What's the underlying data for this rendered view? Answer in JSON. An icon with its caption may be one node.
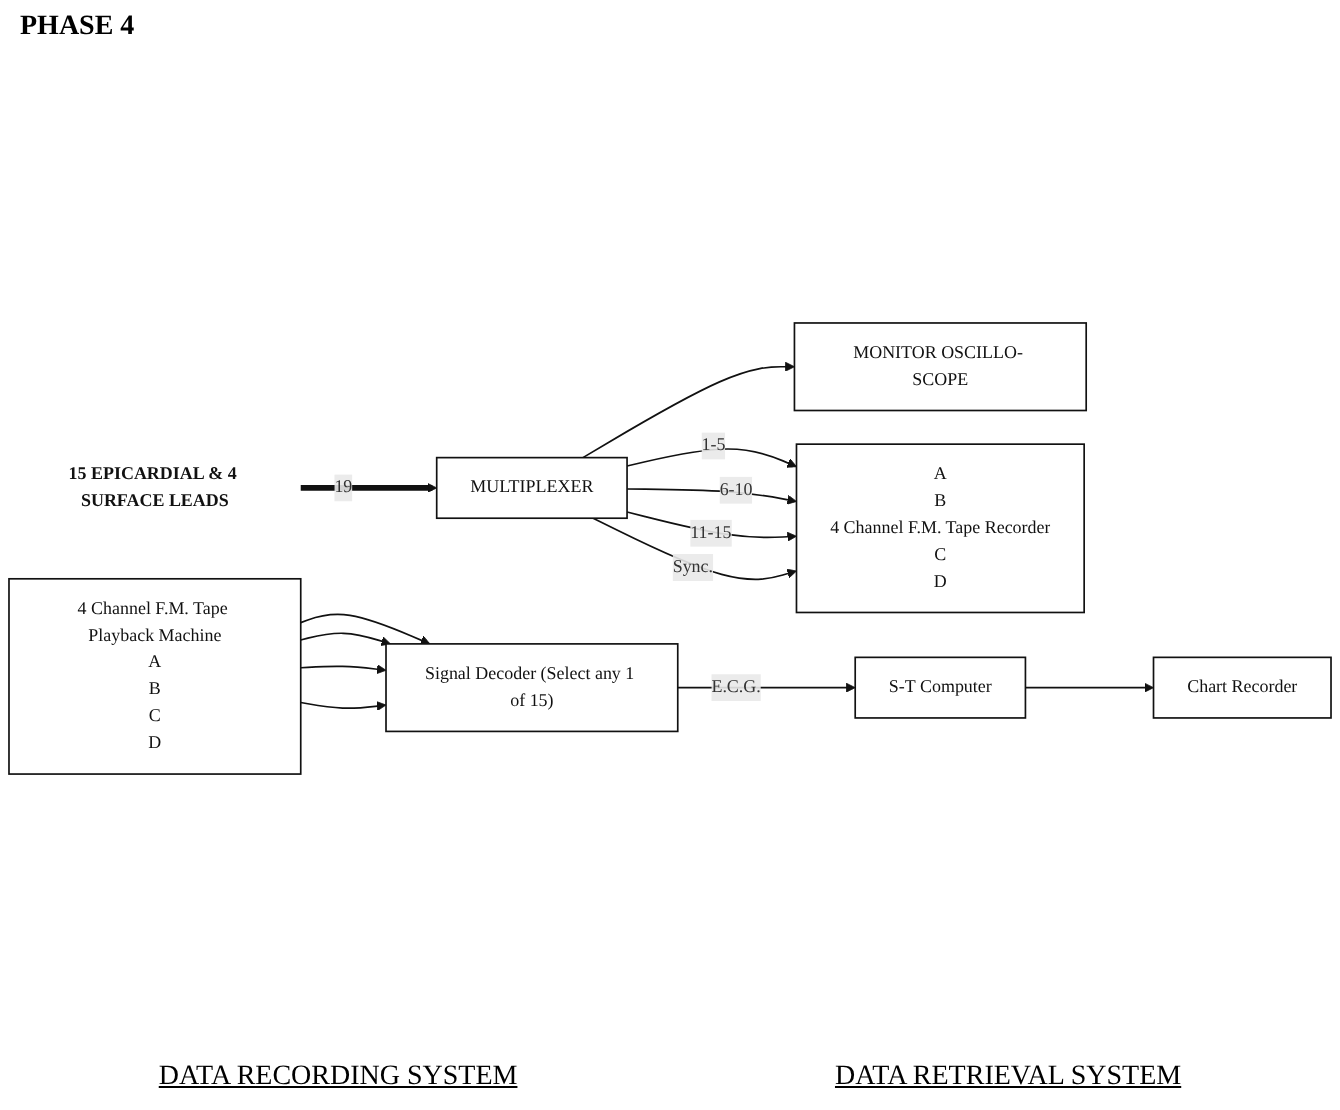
{
  "diagram": {
    "title": "PHASE 4",
    "nodes": [
      {
        "text": [
          "15 EPICARDIAL & 4 SURFACE LEADS"
        ]
      },
      {
        "text": [
          "MONITOR OSCILLO- SCOPE"
        ]
      },
      {
        "text": [
          "MULTIPLEXER"
        ]
      },
      {
        "text": [
          "A",
          "B",
          "4 Channel F.M. Tape Recorder",
          "C",
          "D"
        ]
      },
      {
        "text": [
          "4 Channel F.M. Tape Playback Machine",
          "A",
          "B",
          "C",
          "D"
        ]
      },
      {
        "text": [
          "Signal Decoder (Select any 1 of 15)"
        ]
      },
      {
        "text": [
          "S-T Computer"
        ]
      },
      {
        "text": [
          "Chart Recorder"
        ]
      }
    ],
    "edges": [
      {
        "from": 0,
        "to": 2,
        "label": "19",
        "arrow": "to",
        "style": "thick"
      },
      {
        "from": 2,
        "to": 1,
        "arrow": "to"
      },
      {
        "from": 2,
        "to": 3,
        "label": "1-5",
        "arrow": "to"
      },
      {
        "from": 2,
        "to": 3,
        "label": "6-10",
        "arrow": "to"
      },
      {
        "from": 2,
        "to": 3,
        "label": "11-15",
        "arrow": "to"
      },
      {
        "from": 2,
        "to": 3,
        "label": "Sync.",
        "arrow": "to"
      },
      {
        "from": 4,
        "to": 5,
        "arrow": "to"
      },
      {
        "from": 4,
        "to": 5,
        "arrow": "to"
      },
      {
        "from": 4,
        "to": 5,
        "arrow": "to"
      },
      {
        "from": 4,
        "to": 5,
        "arrow": "to"
      },
      {
        "from": 5,
        "to": 6,
        "label": "E.C.G.",
        "arrow": "to"
      },
      {
        "from": 6,
        "to": 7,
        "arrow": "to"
      }
    ],
    "labels": [
      "DATA RECORDING SYSTEM",
      "DATA RETRIEVAL SYSTEM"
    ]
  }
}
